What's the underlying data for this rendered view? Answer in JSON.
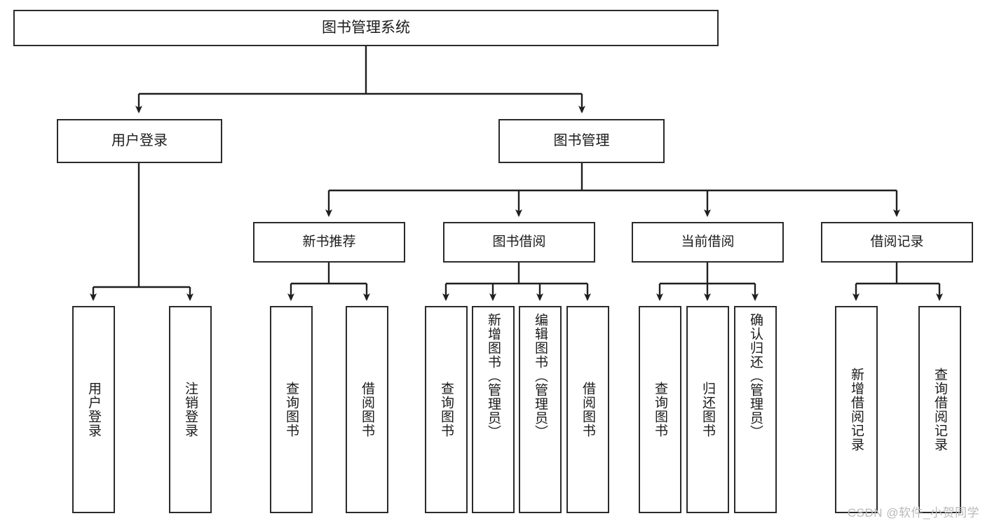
{
  "diagram": {
    "title": "图书管理系统",
    "type": "tree-hierarchy-diagram",
    "colors": {
      "box_border": "#2b2b2b",
      "box_fill": "#ffffff",
      "edge": "#1f1f1f",
      "text": "#1b1b1b",
      "watermark": "#b9b9b9"
    },
    "nodes": {
      "root": {
        "label": "图书管理系统"
      },
      "level1": [
        {
          "label": "用户登录"
        },
        {
          "label": "图书管理"
        }
      ],
      "level2": [
        {
          "label": "新书推荐"
        },
        {
          "label": "图书借阅"
        },
        {
          "label": "当前借阅"
        },
        {
          "label": "借阅记录"
        }
      ],
      "leaves": {
        "user_login": [
          {
            "label": "用户登录"
          },
          {
            "label": "注销登录"
          }
        ],
        "new_book_recommend": [
          {
            "label": "查询图书"
          },
          {
            "label": "借阅图书"
          }
        ],
        "book_borrow": [
          {
            "label": "查询图书"
          },
          {
            "label": "新增图书（管理员）"
          },
          {
            "label": "编辑图书（管理员）"
          },
          {
            "label": "借阅图书"
          }
        ],
        "current_borrow": [
          {
            "label": "查询图书"
          },
          {
            "label": "归还图书"
          },
          {
            "label": "确认归还（管理员）"
          }
        ],
        "borrow_record": [
          {
            "label": "新增借阅记录"
          },
          {
            "label": "查询借阅记录"
          }
        ]
      }
    }
  },
  "watermark": {
    "text": "CSDN @软件_小贺同学"
  }
}
